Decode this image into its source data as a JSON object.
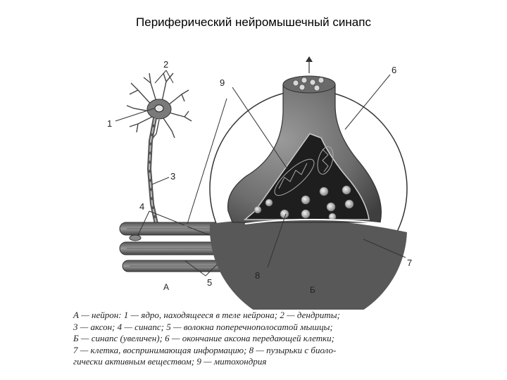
{
  "title": "Периферический нейромышечный синапс",
  "labels": {
    "n1": "1",
    "n2": "2",
    "n3": "3",
    "n4": "4",
    "n5": "5",
    "n6": "6",
    "n7": "7",
    "n8": "8",
    "n9": "9",
    "panel_a": "А",
    "panel_b": "Б"
  },
  "caption": [
    "А — нейрон: 1 — ядро, находящееся в теле нейрона; 2 — дендриты;",
    "3 — аксон; 4 — синапс; 5 — волокна поперечнополосатой мышцы;",
    "Б — синапс (увеличен); 6 — окончание аксона передающей клетки;",
    "7 — клетка, воспринимающая информацию; 8 — пузырьки с биоло-",
    "гически активным веществом; 9 — митохондрия"
  ]
}
